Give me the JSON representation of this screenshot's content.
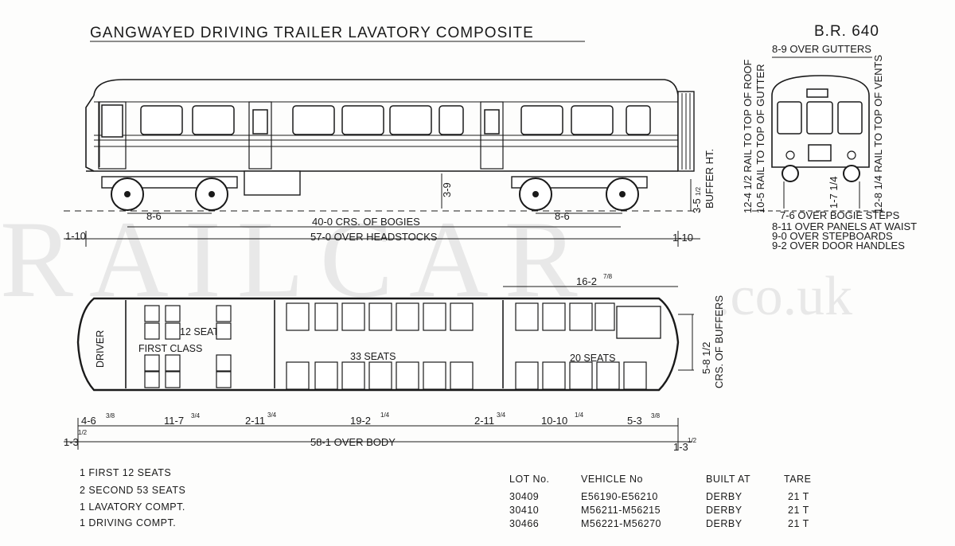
{
  "title": "GANGWAYED DRIVING TRAILER LAVATORY COMPOSITE",
  "diagram_no": "B.R. 640",
  "watermark": {
    "main": "RAILCAR",
    "suffix": ".co.uk"
  },
  "side_view": {
    "dims": {
      "bogie_left": "8-6",
      "bogie_right": "8-6",
      "bogie_centres": "40-0 CRS. OF BOGIES",
      "headstocks": "57-0 OVER HEADSTOCKS",
      "overhang_left": "1-10",
      "overhang_right": "1-10",
      "battery_height": "3-9",
      "buffer_height": "3-5",
      "buffer_height_frac": "1/2",
      "buffer_label": "BUFFER HT."
    }
  },
  "end_view": {
    "over_gutters": "8-9 OVER GUTTERS",
    "rail_to_roof": "12-4 1/2 RAIL TO TOP OF ROOF",
    "rail_to_gutter": "10-5 RAIL TO TOP OF GUTTER",
    "rail_to_vents": "12-8 1/4 RAIL TO TOP OF VENTS",
    "small_dim": "1-7 1/4",
    "widths": [
      "7-6 OVER BOGIE STEPS",
      "8-11 OVER PANELS AT WAIST",
      "9-0 OVER STEPBOARDS",
      "9-2 OVER DOOR HANDLES"
    ]
  },
  "plan_view": {
    "driver": "DRIVER",
    "first_seats": "12 SEATS",
    "first_class": "FIRST CLASS",
    "mid_seats": "33 SEATS",
    "rear_seats": "20 SEATS",
    "lav_dim": "16-2",
    "lav_dim_frac": "7/8",
    "buffer_centres": "5-8 1/2",
    "buffer_centres_label": "CRS. OF BUFFERS",
    "dims": {
      "d1": "4-6",
      "d1f": "3/8",
      "d2": "11-7",
      "d2f": "3/4",
      "d3": "2-11",
      "d3f": "3/4",
      "d4": "19-2",
      "d4f": "1/4",
      "d5": "2-11",
      "d5f": "3/4",
      "d6": "10-10",
      "d6f": "1/4",
      "d7": "5-3",
      "d7f": "3/8",
      "end_left": "1-3",
      "end_left_f": "1/2",
      "end_right": "1-3",
      "end_right_f": "1/2",
      "over_body": "58-1 OVER BODY"
    }
  },
  "accommodation": [
    "1 FIRST 12 SEATS",
    "2 SECOND 53 SEATS",
    "1 LAVATORY COMPT.",
    "1 DRIVING COMPT."
  ],
  "lots_table": {
    "headers": [
      "LOT No.",
      "VEHICLE No",
      "BUILT AT",
      "TARE"
    ],
    "rows": [
      [
        "30409",
        "E56190-E56210",
        "DERBY",
        "21 T"
      ],
      [
        "30410",
        "M56211-M56215",
        "DERBY",
        "21 T"
      ],
      [
        "30466",
        "M56221-M56270",
        "DERBY",
        "21 T"
      ]
    ]
  }
}
